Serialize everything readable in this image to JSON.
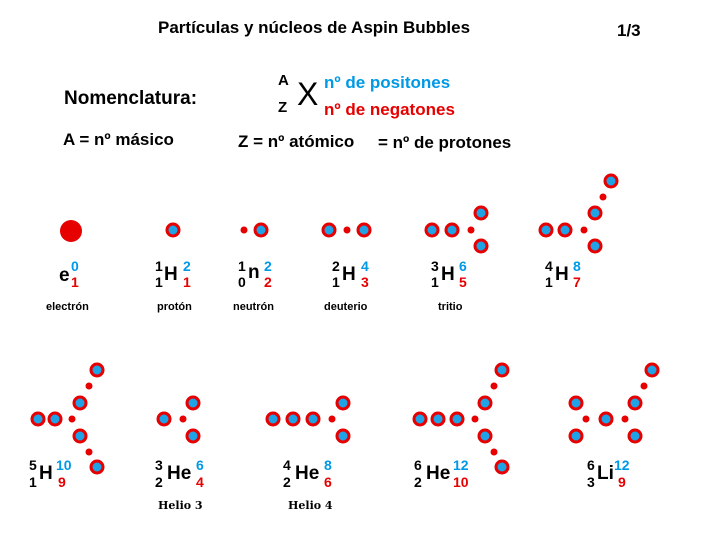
{
  "title": "Partículas y núcleos de Aspin Bubbles",
  "page_number": "1/3",
  "nomenclature": {
    "label": "Nomenclatura:",
    "A": "A",
    "Z": "Z",
    "X": "X",
    "positrons": "nº de positones",
    "negatrons": "nº de negatones",
    "mass_def": "A = nº másico",
    "atomic_def": "Z = nº atómico",
    "protons_def": "= nº de protones"
  },
  "colors": {
    "node_fill": "#1fa3e6",
    "node_ring": "#e60000",
    "link_dot": "#e60000",
    "electron": "#e60000",
    "positon_text": "#0099e6",
    "negaton_text": "#e60000"
  },
  "particles": [
    {
      "symbol": "e",
      "A": "",
      "Z": "",
      "pos": "0",
      "neg": "1",
      "caption": "electrón"
    },
    {
      "symbol": "H",
      "A": "1",
      "Z": "1",
      "pos": "2",
      "neg": "1",
      "caption": "protón"
    },
    {
      "symbol": "n",
      "A": "1",
      "Z": "0",
      "pos": "2",
      "neg": "2",
      "caption": "neutrón"
    },
    {
      "symbol": "H",
      "A": "2",
      "Z": "1",
      "pos": "4",
      "neg": "3",
      "caption": "deuterio"
    },
    {
      "symbol": "H",
      "A": "3",
      "Z": "1",
      "pos": "6",
      "neg": "5",
      "caption": "tritio"
    },
    {
      "symbol": "H",
      "A": "4",
      "Z": "1",
      "pos": "8",
      "neg": "7",
      "caption": ""
    },
    {
      "symbol": "H",
      "A": "5",
      "Z": "1",
      "pos": "10",
      "neg": "9",
      "caption": ""
    },
    {
      "symbol": "He",
      "A": "3",
      "Z": "2",
      "pos": "6",
      "neg": "4",
      "caption": "Helio 3"
    },
    {
      "symbol": "He",
      "A": "4",
      "Z": "2",
      "pos": "8",
      "neg": "6",
      "caption": "Helio 4"
    },
    {
      "symbol": "He",
      "A": "6",
      "Z": "2",
      "pos": "12",
      "neg": "10",
      "caption": ""
    },
    {
      "symbol": "Li",
      "A": "6",
      "Z": "3",
      "pos": "12",
      "neg": "9",
      "caption": ""
    }
  ]
}
